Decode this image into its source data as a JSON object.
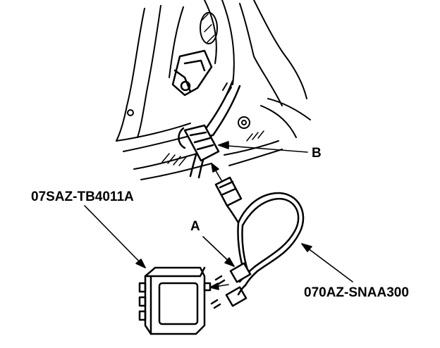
{
  "diagram": {
    "labels": {
      "tester_part_number": "07SAZ-TB4011A",
      "harness_part_number": "070AZ-SNAA300",
      "connector_a": "A",
      "connector_b": "B"
    },
    "colors": {
      "ink": "#000000",
      "paper": "#ffffff"
    }
  }
}
